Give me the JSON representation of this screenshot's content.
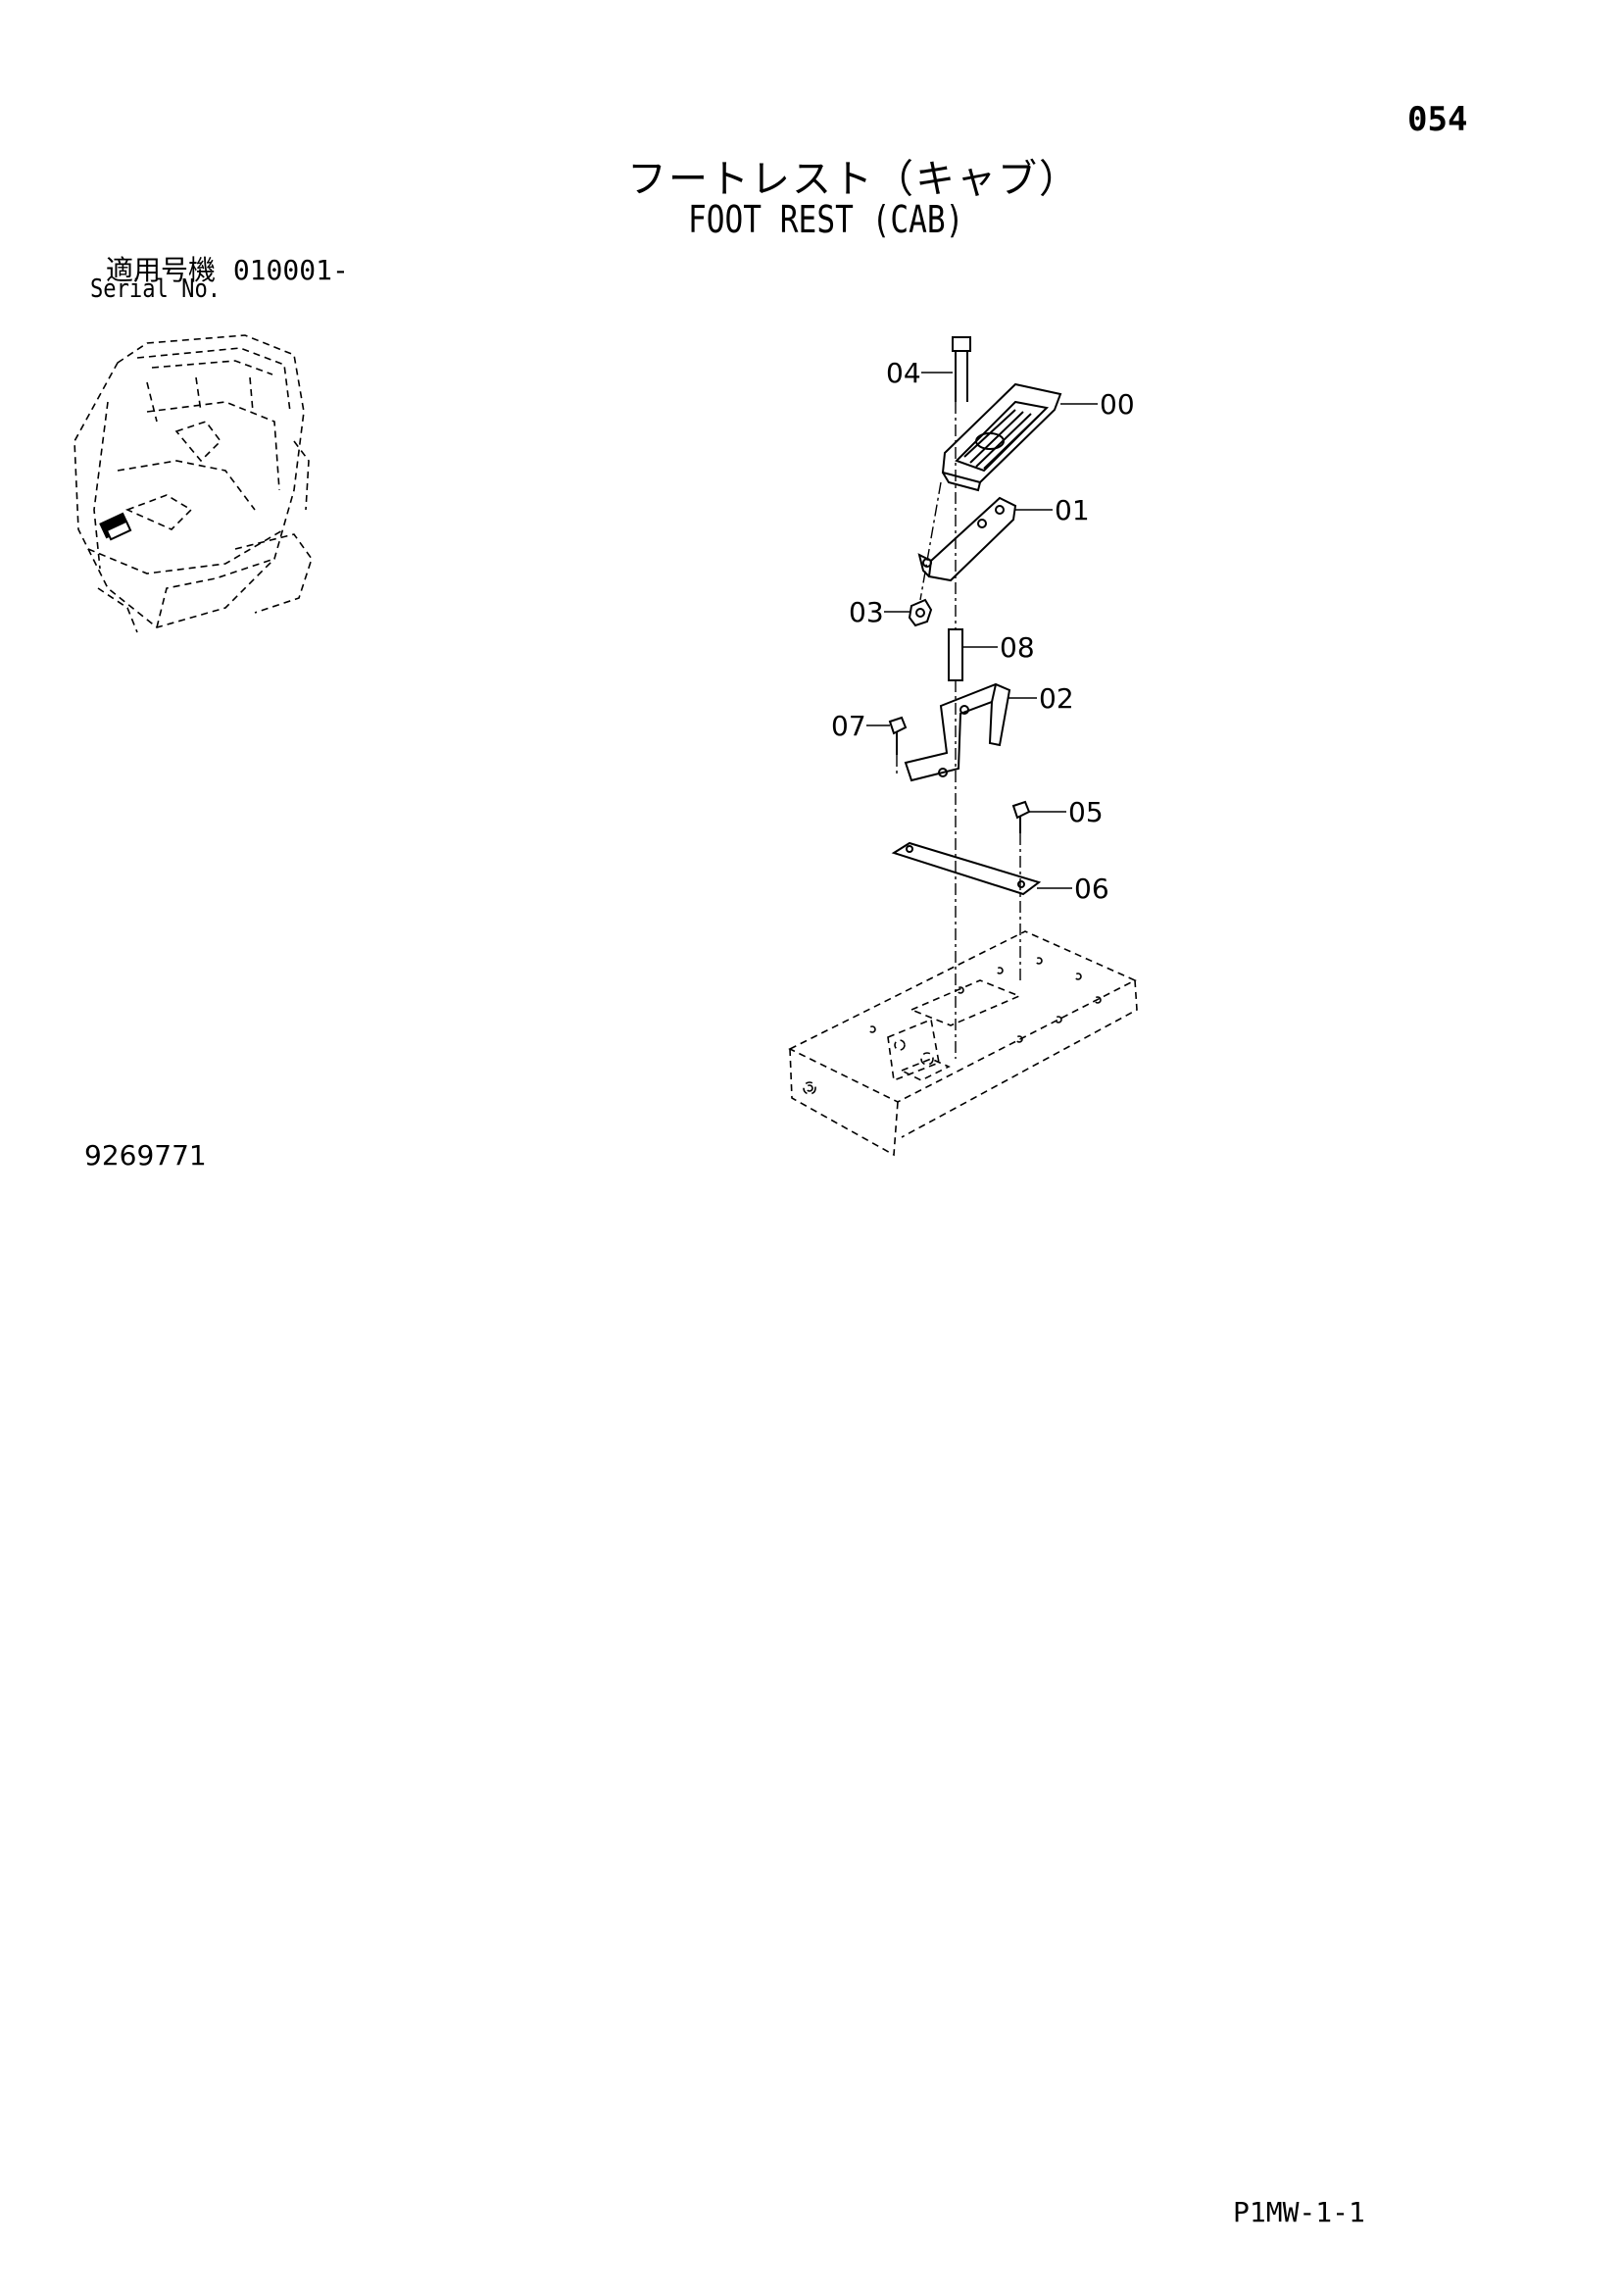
{
  "page_number": "054",
  "title_jp": "フートレスト（キャブ）",
  "title_en": "FOOT REST (CAB)",
  "serial": {
    "label_jp": "適用号機",
    "value": "010001-",
    "label_en": "Serial No."
  },
  "drawing_number": "9269771",
  "sheet_code": "P1MW-1-1",
  "parts": {
    "p00": "00",
    "p01": "01",
    "p02": "02",
    "p03": "03",
    "p04": "04",
    "p05": "05",
    "p06": "06",
    "p07": "07",
    "p08": "08"
  }
}
